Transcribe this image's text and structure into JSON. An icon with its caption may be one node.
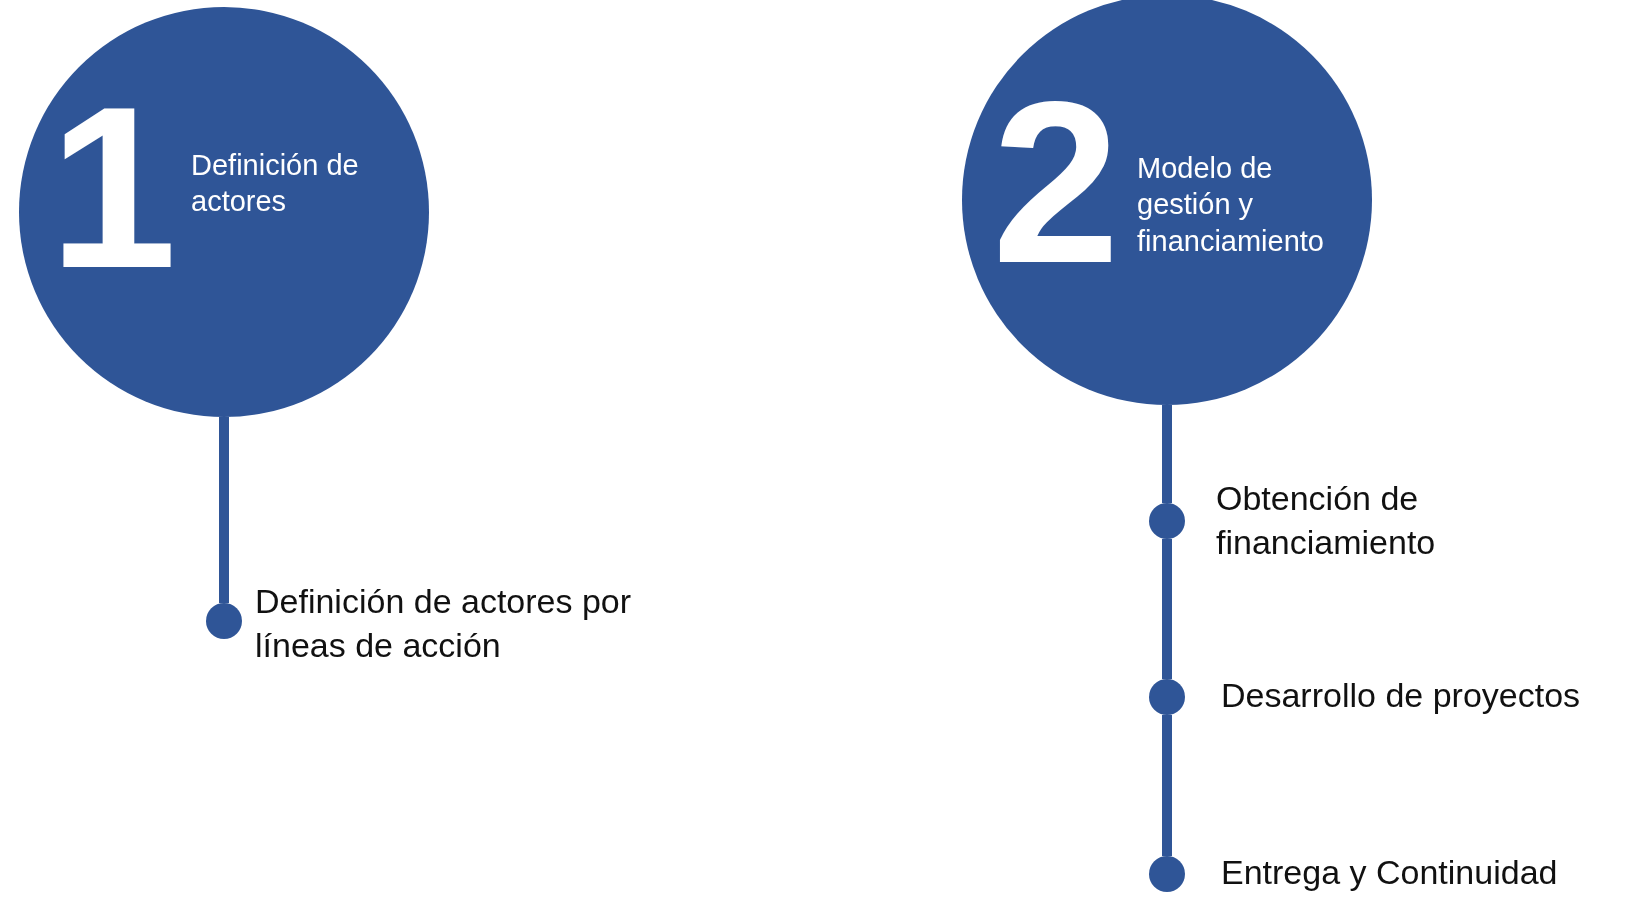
{
  "diagram": {
    "nodes": [
      {
        "text": [
          "1",
          "Definición de actores"
        ]
      },
      {
        "text": [],
        "shape": "circle",
        "beside": [
          "Definición de actores por líneas de acción"
        ]
      },
      {
        "text": [
          "2",
          "Modelo de gestión y financiamiento"
        ]
      },
      {
        "text": [],
        "shape": "circle",
        "beside": [
          "Obtención de financiamiento"
        ]
      },
      {
        "text": [],
        "shape": "circle",
        "beside": [
          "Desarrollo de proyectos"
        ]
      },
      {
        "text": [],
        "shape": "circle",
        "beside": [
          "Entrega y Continuidad"
        ]
      }
    ],
    "edges": [
      {
        "from": 0,
        "to": 1,
        "arrow": "none"
      },
      {
        "from": 2,
        "to": 3,
        "arrow": "none"
      },
      {
        "from": 3,
        "to": 4,
        "arrow": "none"
      },
      {
        "from": 4,
        "to": 5,
        "arrow": "none"
      }
    ]
  }
}
